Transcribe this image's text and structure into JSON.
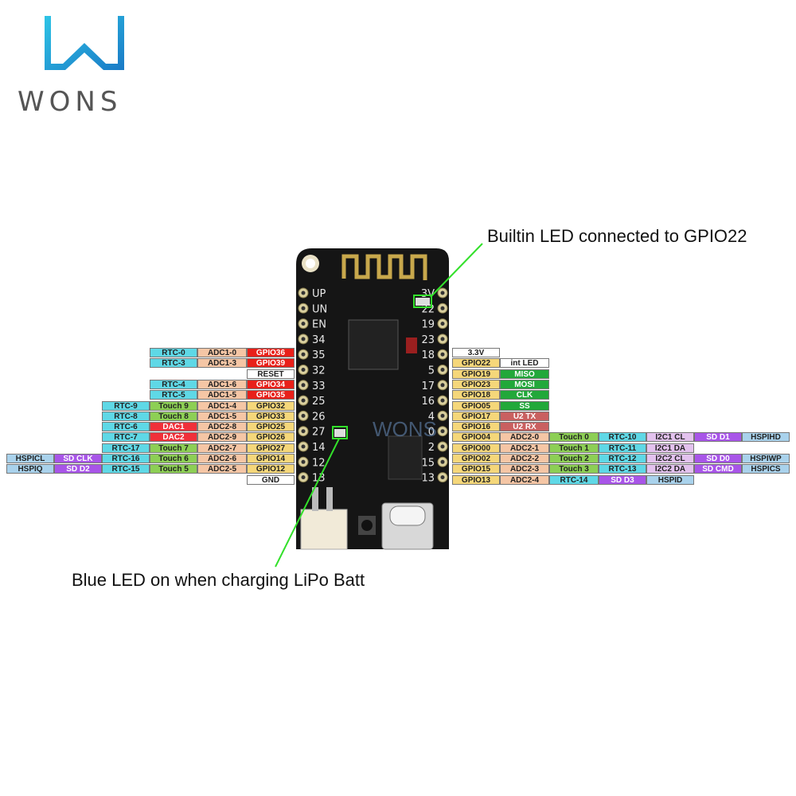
{
  "logo": {
    "text": "WONS",
    "icon": "wons-logo-icon"
  },
  "board": {
    "left_labels": [
      "UP",
      "UN",
      "EN",
      "34",
      "35",
      "32",
      "33",
      "25",
      "26",
      "27",
      "14",
      "12",
      "13"
    ],
    "right_labels": [
      "3V",
      "22",
      "19",
      "23",
      "18",
      "5",
      "17",
      "16",
      "4",
      "0",
      "2",
      "15",
      "13"
    ],
    "watermark": "WONS"
  },
  "callouts": {
    "builtin_led": "Builtin LED connected to GPIO22",
    "blue_led": "Blue LED on when charging LiPo Batt"
  },
  "colors": {
    "rtc": "#5fd8e6",
    "adc": "#f5c6a5",
    "gpio": "#f5d77a",
    "gpio_red": "#e8201a",
    "touch": "#8dcf55",
    "dac": "#f0303a",
    "hspi": "#a9d2ec",
    "sd": "#a855e8",
    "i2c": "#e3c2ee",
    "spi_green": "#22a83a",
    "uart": "#c96060",
    "white": "#ffffff",
    "callout_line": "#33e02b",
    "board": "#151515"
  },
  "left_rows": [
    {
      "cells": [
        {
          "t": "RTC-0",
          "c": "rtc",
          "col": 5
        },
        {
          "t": "ADC1-0",
          "c": "adc",
          "col": 6
        },
        {
          "t": "GPIO36",
          "c": "gpio_red",
          "col": 7
        }
      ]
    },
    {
      "cells": [
        {
          "t": "RTC-3",
          "c": "rtc",
          "col": 5
        },
        {
          "t": "ADC1-3",
          "c": "adc",
          "col": 6
        },
        {
          "t": "GPIO39",
          "c": "gpio_red",
          "col": 7
        }
      ]
    },
    {
      "cells": [
        {
          "t": "RESET",
          "c": "white",
          "col": 7
        }
      ]
    },
    {
      "cells": [
        {
          "t": "RTC-4",
          "c": "rtc",
          "col": 5
        },
        {
          "t": "ADC1-6",
          "c": "adc",
          "col": 6
        },
        {
          "t": "GPIO34",
          "c": "gpio_red",
          "col": 7
        }
      ]
    },
    {
      "cells": [
        {
          "t": "RTC-5",
          "c": "rtc",
          "col": 5
        },
        {
          "t": "ADC1-5",
          "c": "adc",
          "col": 6
        },
        {
          "t": "GPIO35",
          "c": "gpio_red",
          "col": 7
        }
      ]
    },
    {
      "cells": [
        {
          "t": "RTC-9",
          "c": "rtc",
          "col": 3
        },
        {
          "t": "Touch 9",
          "c": "touch",
          "col": 4
        },
        {
          "t": "ADC1-4",
          "c": "adc",
          "col": 6
        },
        {
          "t": "GPIO32",
          "c": "gpio",
          "col": 7
        }
      ]
    },
    {
      "cells": [
        {
          "t": "RTC-8",
          "c": "rtc",
          "col": 3
        },
        {
          "t": "Touch 8",
          "c": "touch",
          "col": 4
        },
        {
          "t": "ADC1-5",
          "c": "adc",
          "col": 6
        },
        {
          "t": "GPIO33",
          "c": "gpio",
          "col": 7
        }
      ]
    },
    {
      "cells": [
        {
          "t": "RTC-6",
          "c": "rtc",
          "col": 3
        },
        {
          "t": "DAC1",
          "c": "dac",
          "col": 4
        },
        {
          "t": "ADC2-8",
          "c": "adc",
          "col": 6
        },
        {
          "t": "GPIO25",
          "c": "gpio",
          "col": 7
        }
      ]
    },
    {
      "cells": [
        {
          "t": "RTC-7",
          "c": "rtc",
          "col": 3
        },
        {
          "t": "DAC2",
          "c": "dac",
          "col": 4
        },
        {
          "t": "ADC2-9",
          "c": "adc",
          "col": 6
        },
        {
          "t": "GPIO26",
          "c": "gpio",
          "col": 7
        }
      ]
    },
    {
      "cells": [
        {
          "t": "RTC-17",
          "c": "rtc",
          "col": 3
        },
        {
          "t": "Touch 7",
          "c": "touch",
          "col": 4
        },
        {
          "t": "ADC2-7",
          "c": "adc",
          "col": 6
        },
        {
          "t": "GPIO27",
          "c": "gpio",
          "col": 7
        }
      ]
    },
    {
      "cells": [
        {
          "t": "HSPICL",
          "c": "hspi",
          "col": 1
        },
        {
          "t": "SD CLK",
          "c": "sd",
          "col": 2
        },
        {
          "t": "RTC-16",
          "c": "rtc",
          "col": 3
        },
        {
          "t": "Touch 6",
          "c": "touch",
          "col": 4
        },
        {
          "t": "ADC2-6",
          "c": "adc",
          "col": 6
        },
        {
          "t": "GPIO14",
          "c": "gpio",
          "col": 7
        }
      ]
    },
    {
      "cells": [
        {
          "t": "HSPIQ",
          "c": "hspi",
          "col": 1
        },
        {
          "t": "SD D2",
          "c": "sd",
          "col": 2
        },
        {
          "t": "RTC-15",
          "c": "rtc",
          "col": 3
        },
        {
          "t": "Touch 5",
          "c": "touch",
          "col": 4
        },
        {
          "t": "ADC2-5",
          "c": "adc",
          "col": 6
        },
        {
          "t": "GPIO12",
          "c": "gpio",
          "col": 7
        }
      ]
    },
    {
      "cells": [
        {
          "t": "GND",
          "c": "white",
          "col": 7
        }
      ]
    }
  ],
  "right_rows": [
    {
      "cells": [
        {
          "t": "3.3V",
          "c": "white",
          "col": 1
        }
      ]
    },
    {
      "cells": [
        {
          "t": "GPIO22",
          "c": "gpio",
          "col": 1
        },
        {
          "t": "int LED",
          "c": "white",
          "col": 2
        }
      ]
    },
    {
      "cells": [
        {
          "t": "GPIO19",
          "c": "gpio",
          "col": 1
        },
        {
          "t": "MISO",
          "c": "spi_green",
          "col": 2
        }
      ]
    },
    {
      "cells": [
        {
          "t": "GPIO23",
          "c": "gpio",
          "col": 1
        },
        {
          "t": "MOSI",
          "c": "spi_green",
          "col": 2
        }
      ]
    },
    {
      "cells": [
        {
          "t": "GPIO18",
          "c": "gpio",
          "col": 1
        },
        {
          "t": "CLK",
          "c": "spi_green",
          "col": 2
        }
      ]
    },
    {
      "cells": [
        {
          "t": "GPIO05",
          "c": "gpio",
          "col": 1
        },
        {
          "t": "SS",
          "c": "spi_green",
          "col": 2
        }
      ]
    },
    {
      "cells": [
        {
          "t": "GPIO17",
          "c": "gpio",
          "col": 1
        },
        {
          "t": "U2 TX",
          "c": "uart",
          "col": 2
        }
      ]
    },
    {
      "cells": [
        {
          "t": "GPIO16",
          "c": "gpio",
          "col": 1
        },
        {
          "t": "U2 RX",
          "c": "uart",
          "col": 2
        }
      ]
    },
    {
      "cells": [
        {
          "t": "GPIO04",
          "c": "gpio",
          "col": 1
        },
        {
          "t": "ADC2-0",
          "c": "adc",
          "col": 2
        },
        {
          "t": "Touch  0",
          "c": "touch",
          "col": 3
        },
        {
          "t": "RTC-10",
          "c": "rtc",
          "col": 4
        },
        {
          "t": "I2C1 CL",
          "c": "i2c",
          "col": 5
        },
        {
          "t": "SD D1",
          "c": "sd",
          "col": 6
        },
        {
          "t": "HSPIHD",
          "c": "hspi",
          "col": 7
        }
      ]
    },
    {
      "cells": [
        {
          "t": "GPIO00",
          "c": "gpio",
          "col": 1
        },
        {
          "t": "ADC2-1",
          "c": "adc",
          "col": 2
        },
        {
          "t": "Touch  1",
          "c": "touch",
          "col": 3
        },
        {
          "t": "RTC-11",
          "c": "rtc",
          "col": 4
        },
        {
          "t": "I2C1 DA",
          "c": "i2c",
          "col": 5
        }
      ]
    },
    {
      "cells": [
        {
          "t": "GPIO02",
          "c": "gpio",
          "col": 1
        },
        {
          "t": "ADC2-2",
          "c": "adc",
          "col": 2
        },
        {
          "t": "Touch  2",
          "c": "touch",
          "col": 3
        },
        {
          "t": "RTC-12",
          "c": "rtc",
          "col": 4
        },
        {
          "t": "I2C2 CL",
          "c": "i2c",
          "col": 5
        },
        {
          "t": "SD D0",
          "c": "sd",
          "col": 6
        },
        {
          "t": "HSPIWP",
          "c": "hspi",
          "col": 7
        }
      ]
    },
    {
      "cells": [
        {
          "t": "GPIO15",
          "c": "gpio",
          "col": 1
        },
        {
          "t": "ADC2-3",
          "c": "adc",
          "col": 2
        },
        {
          "t": "Touch  3",
          "c": "touch",
          "col": 3
        },
        {
          "t": "RTC-13",
          "c": "rtc",
          "col": 4
        },
        {
          "t": "I2C2 DA",
          "c": "i2c",
          "col": 5
        },
        {
          "t": "SD CMD",
          "c": "sd",
          "col": 6
        },
        {
          "t": "HSPICS",
          "c": "hspi",
          "col": 7
        }
      ]
    },
    {
      "cells": [
        {
          "t": "GPIO13",
          "c": "gpio",
          "col": 1
        },
        {
          "t": "ADC2-4",
          "c": "adc",
          "col": 2
        },
        {
          "t": "RTC-14",
          "c": "rtc",
          "col": 3
        },
        {
          "t": "SD D3",
          "c": "sd",
          "col": 4
        },
        {
          "t": "HSPID",
          "c": "hspi",
          "col": 5
        }
      ]
    }
  ]
}
